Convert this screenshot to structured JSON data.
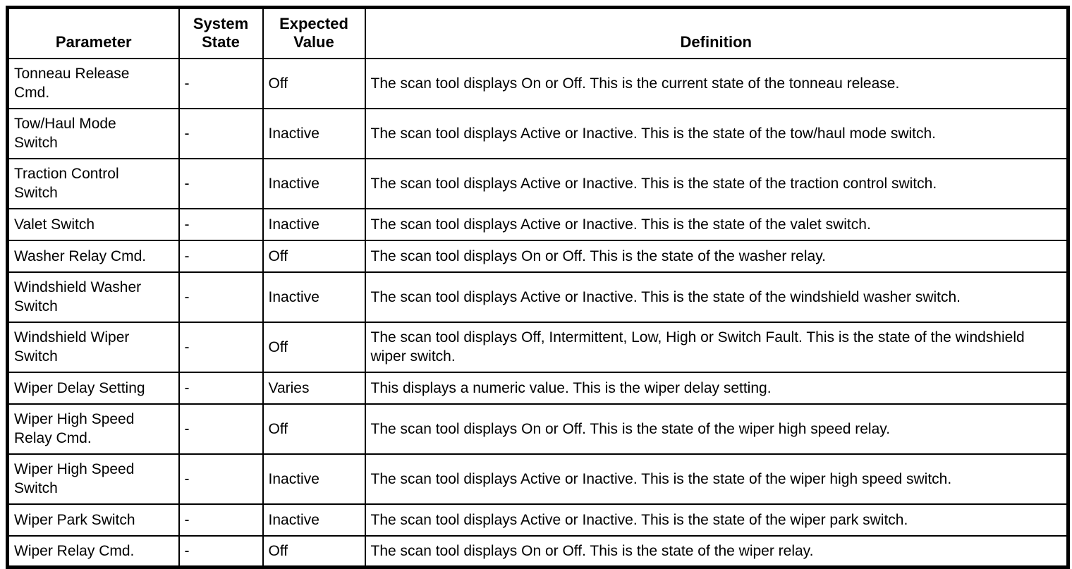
{
  "table": {
    "headers": {
      "parameter": "Parameter",
      "system_state": "System\nState",
      "expected_value": "Expected\nValue",
      "definition": "Definition"
    },
    "rows": [
      {
        "parameter": "Tonneau Release\nCmd.",
        "system_state": "-",
        "expected_value": "Off",
        "definition": "The scan tool displays On or Off. This is the current state of the tonneau release."
      },
      {
        "parameter": "Tow/Haul Mode\nSwitch",
        "system_state": "-",
        "expected_value": "Inactive",
        "definition": "The scan tool displays Active or Inactive. This is the state of the tow/haul mode switch."
      },
      {
        "parameter": "Traction Control\nSwitch",
        "system_state": "-",
        "expected_value": "Inactive",
        "definition": "The scan tool displays Active or Inactive. This is the state of the traction control switch."
      },
      {
        "parameter": "Valet Switch",
        "system_state": "-",
        "expected_value": "Inactive",
        "definition": "The scan tool displays Active or Inactive. This is the state of the valet switch."
      },
      {
        "parameter": "Washer Relay Cmd.",
        "system_state": "-",
        "expected_value": "Off",
        "definition": "The scan tool displays On or Off. This is the state of the washer relay."
      },
      {
        "parameter": "Windshield Washer\nSwitch",
        "system_state": "-",
        "expected_value": "Inactive",
        "definition": "The scan tool displays Active or Inactive. This is the state of the windshield washer switch."
      },
      {
        "parameter": "Windshield Wiper\nSwitch",
        "system_state": "-",
        "expected_value": "Off",
        "definition": "The scan tool displays Off, Intermittent, Low, High or Switch Fault. This is the state of the windshield wiper switch."
      },
      {
        "parameter": "Wiper Delay Setting",
        "system_state": "-",
        "expected_value": "Varies",
        "definition": "This displays a numeric value. This is the wiper delay setting."
      },
      {
        "parameter": "Wiper High Speed\nRelay Cmd.",
        "system_state": "-",
        "expected_value": "Off",
        "definition": "The scan tool displays On or Off. This is the state of the wiper high speed relay."
      },
      {
        "parameter": "Wiper High Speed\nSwitch",
        "system_state": "-",
        "expected_value": "Inactive",
        "definition": "The scan tool displays Active or Inactive. This is the state of the wiper high speed switch."
      },
      {
        "parameter": "Wiper Park Switch",
        "system_state": "-",
        "expected_value": "Inactive",
        "definition": "The scan tool displays Active or Inactive. This is the state of the wiper park switch."
      },
      {
        "parameter": "Wiper Relay Cmd.",
        "system_state": "-",
        "expected_value": "Off",
        "definition": "The scan tool displays On or Off. This is the state of the wiper relay."
      }
    ]
  }
}
